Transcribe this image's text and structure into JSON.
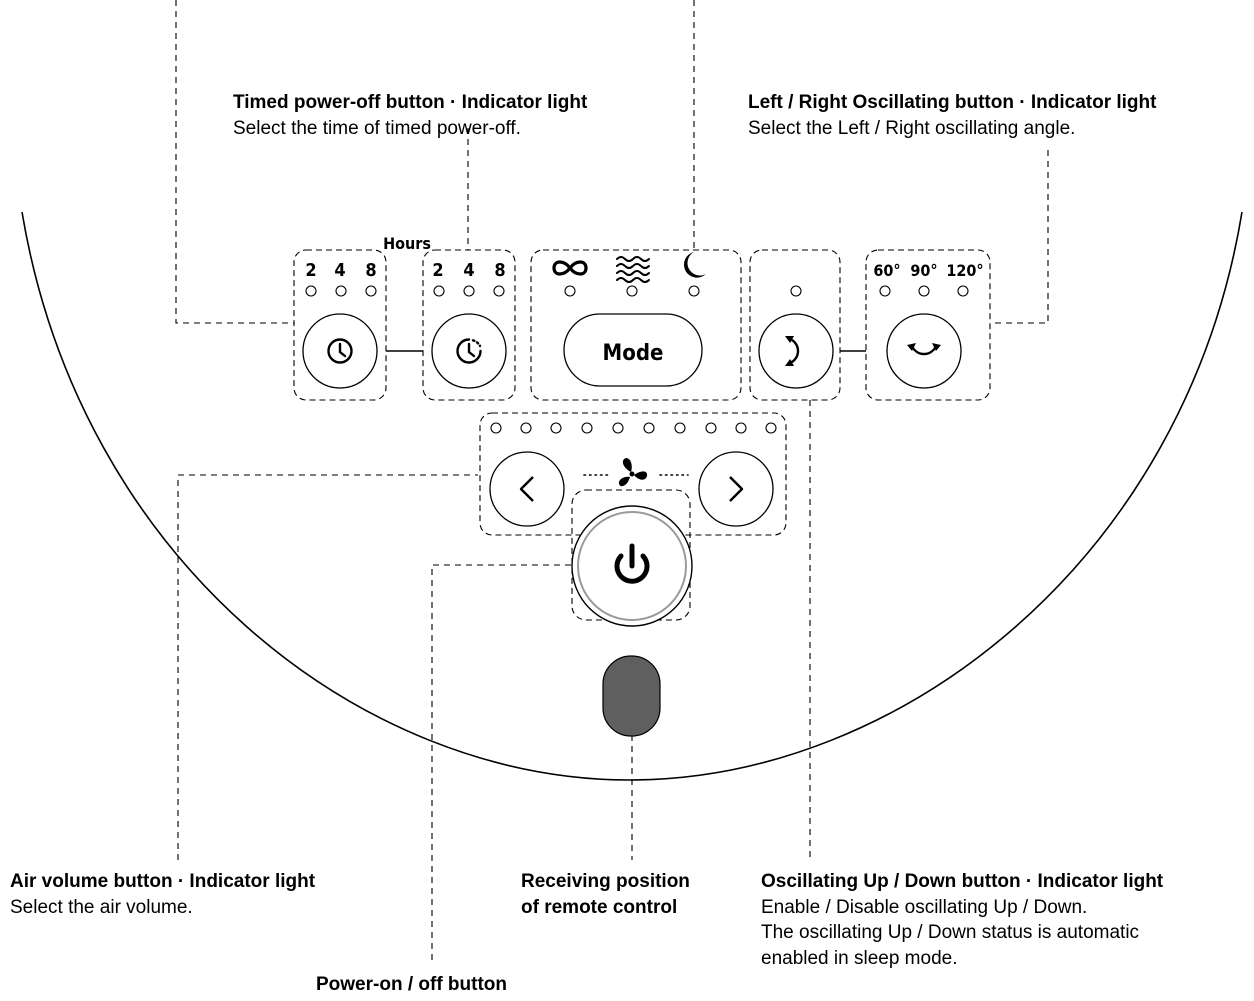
{
  "callouts": {
    "timer": {
      "title": "Timed power-off button · Indicator light",
      "desc": "Select the time of timed power-off."
    },
    "oscillate_lr": {
      "title": "Left / Right Oscillating button · Indicator light",
      "desc": "Select the Left / Right oscillating angle."
    },
    "air_volume": {
      "title": "Air volume button · Indicator light",
      "desc": "Select the air volume."
    },
    "remote": {
      "line1": "Receiving position",
      "line2": "of remote control"
    },
    "oscillate_ud": {
      "title": "Oscillating Up / Down button · Indicator light",
      "desc1": "Enable / Disable oscillating Up / Down.",
      "desc2": "The oscillating Up / Down status is automatic",
      "desc3": "enabled in sleep mode."
    },
    "power": {
      "title": "Power-on / off button"
    }
  },
  "panel": {
    "hours_label": "Hours",
    "timer_left_values": [
      "2",
      "4",
      "8"
    ],
    "timer_right_values": [
      "2",
      "4",
      "8"
    ],
    "mode_label": "Mode",
    "angle_values": [
      "60°",
      "90°",
      "120°"
    ]
  }
}
